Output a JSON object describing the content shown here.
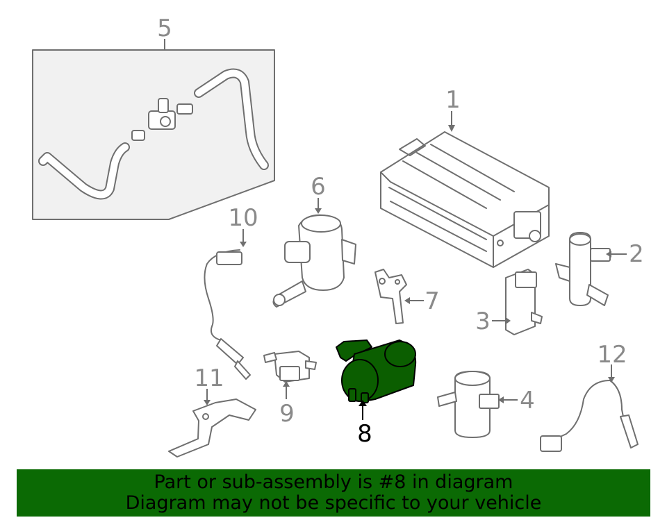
{
  "callouts": {
    "c1": "1",
    "c2": "2",
    "c3": "3",
    "c4": "4",
    "c5": "5",
    "c6": "6",
    "c7": "7",
    "c8": "8",
    "c9": "9",
    "c10": "10",
    "c11": "11",
    "c12": "12"
  },
  "highlighted_part": "8",
  "colors": {
    "highlight_fill": "#0b5e00",
    "banner_background": "#0b6a04",
    "line_art": "#6f6f6f",
    "callout_text": "#8a8a8a"
  },
  "banner": {
    "line1": "Part or sub-assembly is #8 in diagram",
    "line2": "Diagram may not be specific to your vehicle"
  }
}
